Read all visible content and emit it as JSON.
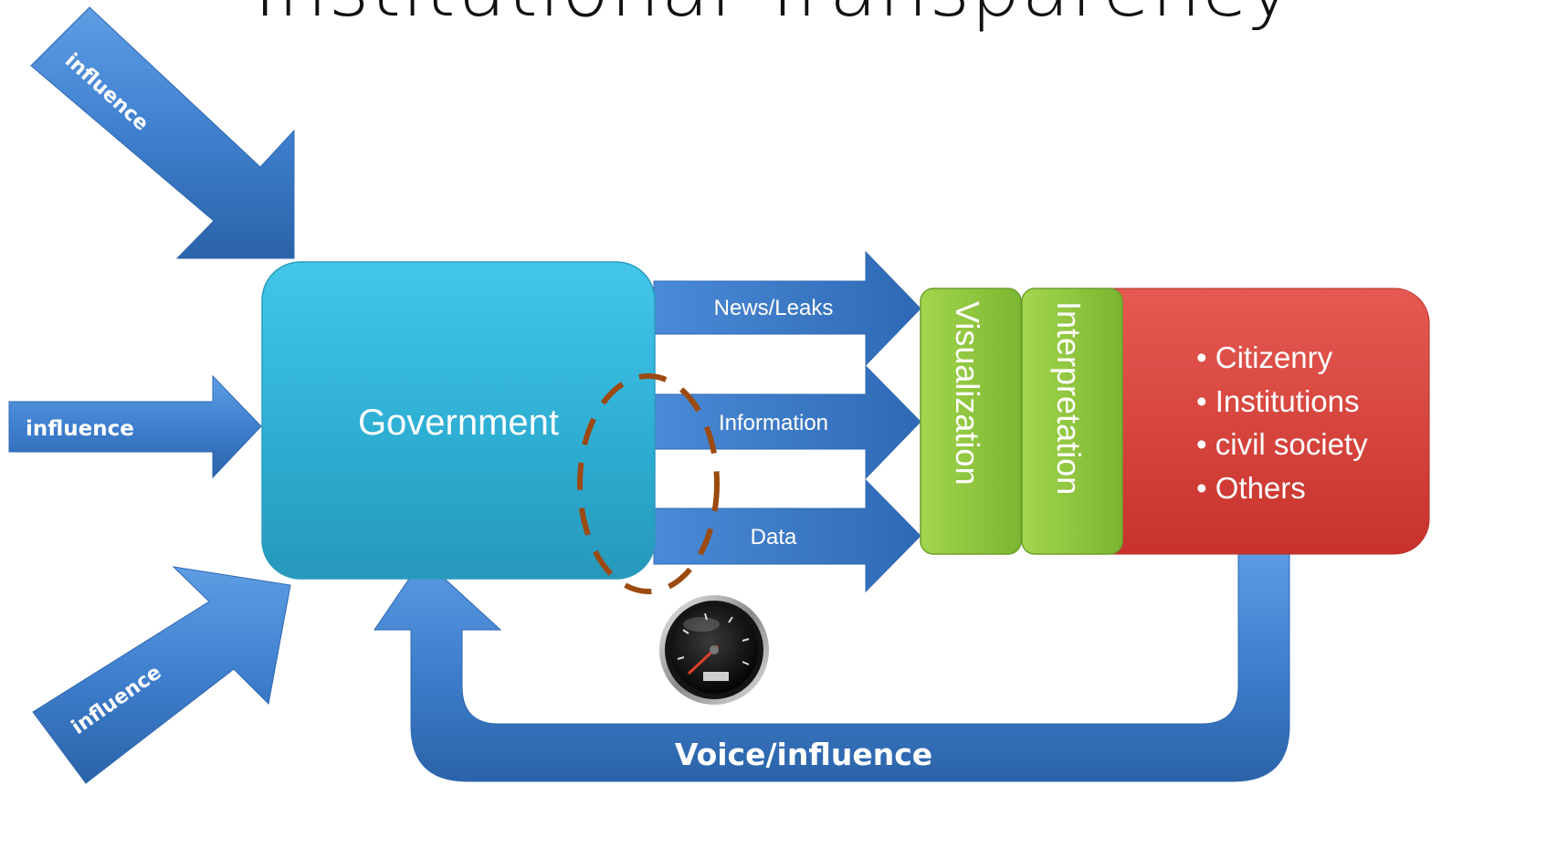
{
  "title": "Institutional Transparency",
  "influence_arrows": {
    "top_left": "influence",
    "left": "influence",
    "bottom_left": "influence"
  },
  "government_label": "Government",
  "flows": {
    "news_leaks": "News/Leaks",
    "information": "Information",
    "data": "Data"
  },
  "stages": {
    "visualization": "Visualization",
    "interpretation": "Interpretation"
  },
  "audience": [
    "Citizenry",
    "Institutions",
    "civil society",
    "Others"
  ],
  "feedback_label": "Voice/influence",
  "gauge": "fuel-gauge-icon",
  "colors": {
    "arrow_blue": "#3f7fce",
    "government": "#2eb2d6",
    "stage_green": "#8dc63f",
    "audience_red": "#d9403a",
    "highlight_circle": "#9c4a10"
  }
}
